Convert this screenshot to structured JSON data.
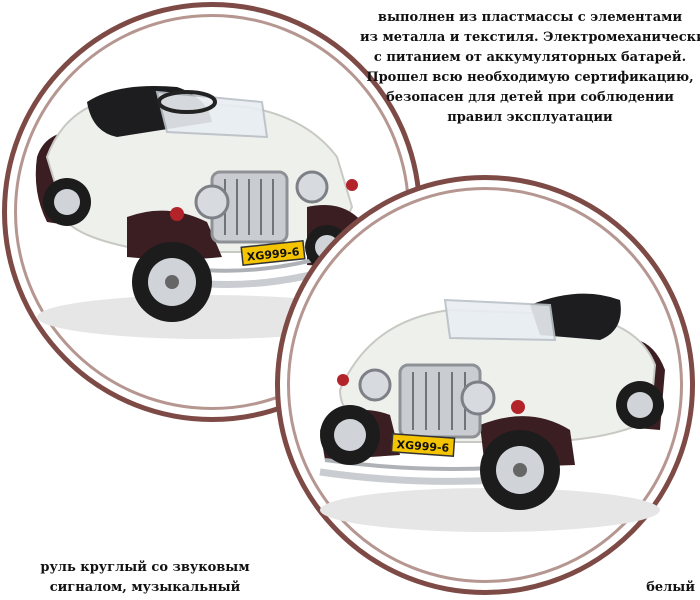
{
  "description": {
    "lines": [
      "выполнен из пластмассы с элементами",
      "из металла и текстиля. Электромеханический",
      "с питанием от аккумуляторных батарей.",
      "Прошел всю необходимую сертификацию,",
      "безопасен для детей при соблюдении",
      "правил эксплуатации"
    ]
  },
  "captions": {
    "steering": [
      "руль круглый со звуковым",
      "сигналом, музыкальный"
    ],
    "color": "белый"
  },
  "plate": {
    "text": "XG999-6"
  },
  "colors": {
    "ring_outer": "#7e4a45",
    "ring_inner": "#b69690",
    "car_body": "#eef0ec",
    "fender": "#3a1e22",
    "chrome": "#c9ccd1",
    "plate_bg": "#f5c400"
  }
}
